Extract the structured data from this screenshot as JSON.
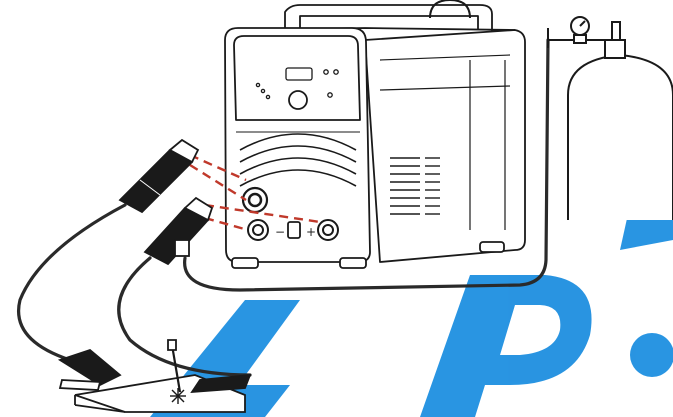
{
  "panel": {
    "minus_label": "−",
    "plus_label": "+"
  },
  "colors": {
    "line": "#1a1a1a",
    "cable": "#2a2a2a",
    "dashed_guide": "#c0392b",
    "watermark": "#1e8fe0"
  },
  "icons": [
    "welder-machine",
    "gas-cylinder",
    "pressure-gauge",
    "torch-connector",
    "ground-clamp",
    "plasma-torch",
    "workpiece",
    "arc-spark"
  ]
}
